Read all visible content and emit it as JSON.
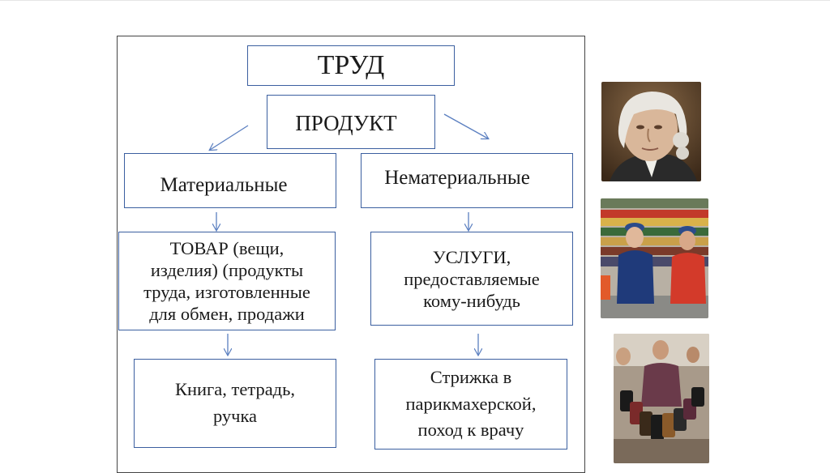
{
  "diagram": {
    "title": "ТРУД",
    "product": "ПРОДУКТ",
    "left": {
      "category": "Материальные",
      "definition_lines": [
        "ТОВАР (вещи,",
        "изделия) (продукты",
        "труда, изготовленные",
        "для обмен, продажи"
      ],
      "example_lines": [
        "Книга, тетрадь,",
        "ручка"
      ]
    },
    "right": {
      "category": "Нематериальные",
      "definition_lines": [
        "УСЛУГИ,",
        "предоставляемые",
        "кому-нибудь"
      ],
      "example_lines": [
        "Стрижка в",
        "парикмахерской,",
        "поход к врачу"
      ]
    }
  },
  "colors": {
    "box_border": "#3b5fa0",
    "arrow": "#5b7fc0",
    "frame": "#444444"
  },
  "images": [
    {
      "name": "portrait-photo",
      "depicts": "portrait of a man with white powdered wig"
    },
    {
      "name": "shop-photo",
      "depicts": "saleswomen in caps at a grocery store counter"
    },
    {
      "name": "street-vendor-photo",
      "depicts": "street vendor holding many handbags in a crowd"
    }
  ]
}
